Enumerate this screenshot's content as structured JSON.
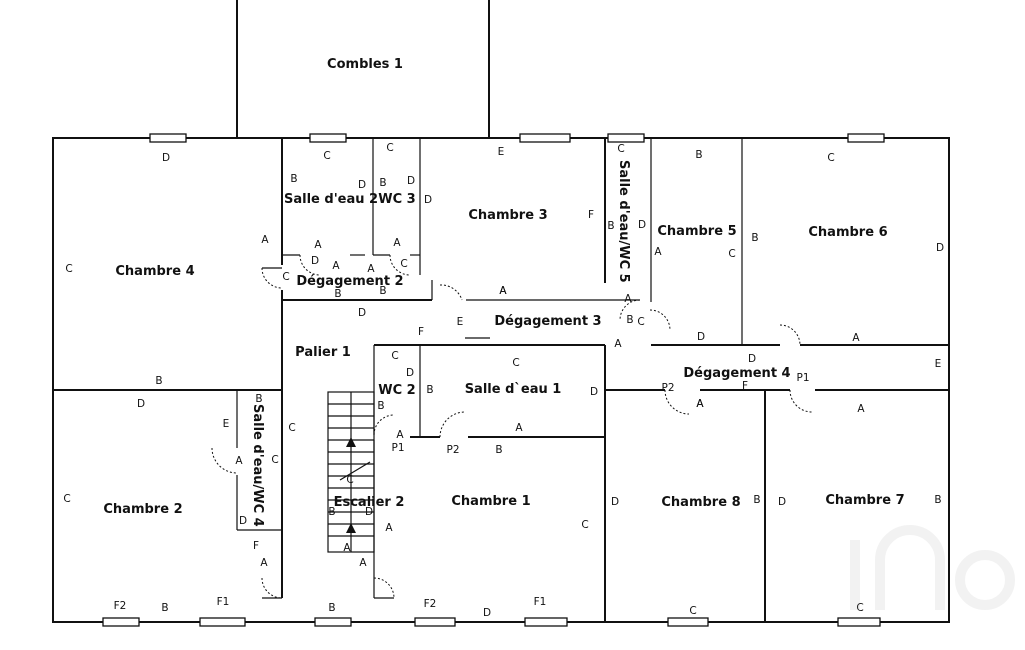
{
  "rooms": {
    "combles_1": "Combles 1",
    "chambre_4": "Chambre 4",
    "salle_eau_2": "Salle d'eau 2",
    "wc_3": "WC 3",
    "chambre_3": "Chambre 3",
    "salle_eau_wc_5": "Salle d'eau/WC 5",
    "chambre_5": "Chambre 5",
    "chambre_6": "Chambre 6",
    "degagement_2": "Dégagement 2",
    "degagement_3": "Dégagement 3",
    "palier_1": "Palier 1",
    "wc_2": "WC 2",
    "salle_eau_1": "Salle d`eau 1",
    "degagement_4": "Dégagement 4",
    "salle_eau_wc_4": "Salle d'eau/WC 4",
    "chambre_2": "Chambre 2",
    "escalier_2": "Escalier 2",
    "chambre_1": "Chambre 1",
    "chambre_8": "Chambre 8",
    "chambre_7": "Chambre 7"
  },
  "wall_labels": {
    "c4_top": "D",
    "c4_left": "C",
    "c4_right": "A",
    "c4_bottom": "B",
    "se2_top": "C",
    "se2_left": "B",
    "se2_right": "D",
    "se2_bottom": "A",
    "wc3_top": "C",
    "wc3_left": "B",
    "wc3_right": "D",
    "wc3_bottom": "A",
    "c3_top": "E",
    "c3_left": "D",
    "c3_right": "F",
    "c3_bottom": "A",
    "se5_top": "C",
    "se5_left": "B",
    "se5_right": "D",
    "se5_bottom": "A",
    "c5_top": "B",
    "c5_left": "A",
    "c5_right": "C",
    "c5_bottom": "D",
    "c6_top": "C",
    "c6_left": "B",
    "c6_right": "D",
    "c6_bottom": "A",
    "d2_left": "C",
    "d2_top_d": "D",
    "d2_top_a1": "A",
    "d2_top_c": "C",
    "d2_top_a2": "A",
    "d2_bot_b1": "B",
    "d2_bot_b2": "B",
    "d3_left": "E",
    "d3_top": "A",
    "d3_right_b": "B",
    "d3_right_c": "C",
    "p1_top": "D",
    "p1_f": "F",
    "p1_left": "C",
    "p1_right": "A",
    "wc2_top": "C",
    "wc2_left": "B",
    "wc2_right": "D",
    "wc2_bottom": "A",
    "wc2_door": "P1",
    "se1_top": "C",
    "se1_left": "B",
    "se1_right": "D",
    "se1_bottom": "A",
    "se1_door": "P2",
    "d4_top": "D",
    "d4_right": "E",
    "d4_f": "F",
    "d4_p2": "P2",
    "d4_a1": "A",
    "d4_p1": "P1",
    "se4_top": "B",
    "se4_left": "E",
    "se4_right": "C",
    "se4_bottom": "D",
    "se4_a": "A",
    "c2_top": "D",
    "c2_left": "C",
    "c2_right": "A",
    "c2_f": "F",
    "c2_f2": "F2",
    "c2_b": "B",
    "c2_f1": "F1",
    "esc_b": "B",
    "esc_d": "D",
    "esc_a": "A",
    "esc_c": "C",
    "p1_b_bottom": "B",
    "p1_a_left": "A",
    "p1_a_right": "A",
    "c1_top": "B",
    "c1_left": "A",
    "c1_right": "C",
    "c1_f2": "F2",
    "c1_d": "D",
    "c1_f1": "F1",
    "c8_top": "A",
    "c8_left": "D",
    "c8_right": "B",
    "c8_bottom": "C",
    "c7_top": "A",
    "c7_left": "D",
    "c7_right": "B",
    "c7_bottom": "C"
  }
}
